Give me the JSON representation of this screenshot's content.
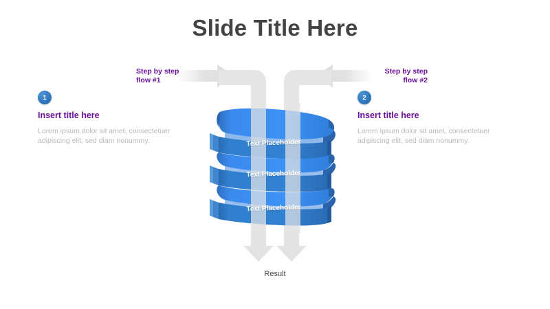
{
  "slide": {
    "title": "Slide Title Here",
    "background_color": "#ffffff"
  },
  "colors": {
    "title_gray": "#434343",
    "accent_purple": "#6b0f9c",
    "badge_blue": "#2f76bd",
    "ribbon_blue": "#2e7cd6",
    "ribbon_blue_light": "#3d92f5",
    "ribbon_blue_dark": "#2a64ad",
    "path_gray": "#e5e5e5",
    "body_gray": "#b8b8b8",
    "result_gray": "#474747"
  },
  "flows": [
    {
      "label": "Step by step\nflow #1",
      "direction": "right",
      "arrow_icon": "arrow-right-icon"
    },
    {
      "label": "Step by step\nflow #2",
      "direction": "left",
      "arrow_icon": "arrow-left-icon"
    }
  ],
  "side_blocks": [
    {
      "number": "1",
      "title": "Insert title here",
      "body": "Lorem ipsum dolor sit amet, consectetuer adipiscing elit, sed diam nonummy."
    },
    {
      "number": "2",
      "title": "Insert title here",
      "body": "Lorem ipsum dolor sit amet, consectetuer adipiscing elit, sed diam nonummy."
    }
  ],
  "ribbons": [
    {
      "text": "Text Placeholder"
    },
    {
      "text": "Text Placeholder"
    },
    {
      "text": "Text Placeholder"
    }
  ],
  "result": {
    "label": "Result",
    "arrow_icon": "arrow-down-icon",
    "arrow_count": 2
  }
}
